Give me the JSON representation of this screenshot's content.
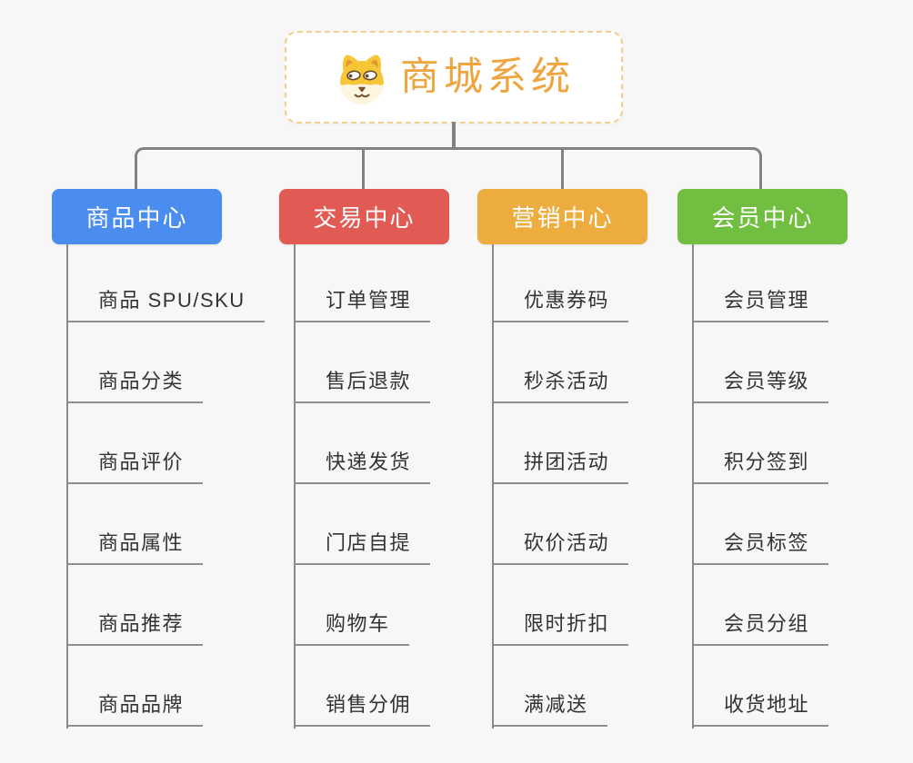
{
  "root": {
    "title": "商城系统",
    "icon": "dog-face-icon"
  },
  "columns": [
    {
      "label": "商品中心",
      "color": "#4a8dee",
      "items": [
        "商品 SPU/SKU",
        "商品分类",
        "商品评价",
        "商品属性",
        "商品推荐",
        "商品品牌"
      ]
    },
    {
      "label": "交易中心",
      "color": "#e15a54",
      "items": [
        "订单管理",
        "售后退款",
        "快递发货",
        "门店自提",
        "购物车",
        "销售分佣"
      ]
    },
    {
      "label": "营销中心",
      "color": "#ecac3e",
      "items": [
        "优惠券码",
        "秒杀活动",
        "拼团活动",
        "砍价活动",
        "限时折扣",
        "满减送"
      ]
    },
    {
      "label": "会员中心",
      "color": "#72be40",
      "items": [
        "会员管理",
        "会员等级",
        "积分签到",
        "会员标签",
        "会员分组",
        "收货地址"
      ]
    }
  ],
  "palette": {
    "background": "#f7f7f7",
    "connector_line": "#828282",
    "leaf_underline": "#8e8e8e",
    "leaf_text": "#333333",
    "root_text": "#f0a43e",
    "root_border": "#f5cd8e",
    "root_background": "#ffffff",
    "branch_text": "#ffffff"
  }
}
